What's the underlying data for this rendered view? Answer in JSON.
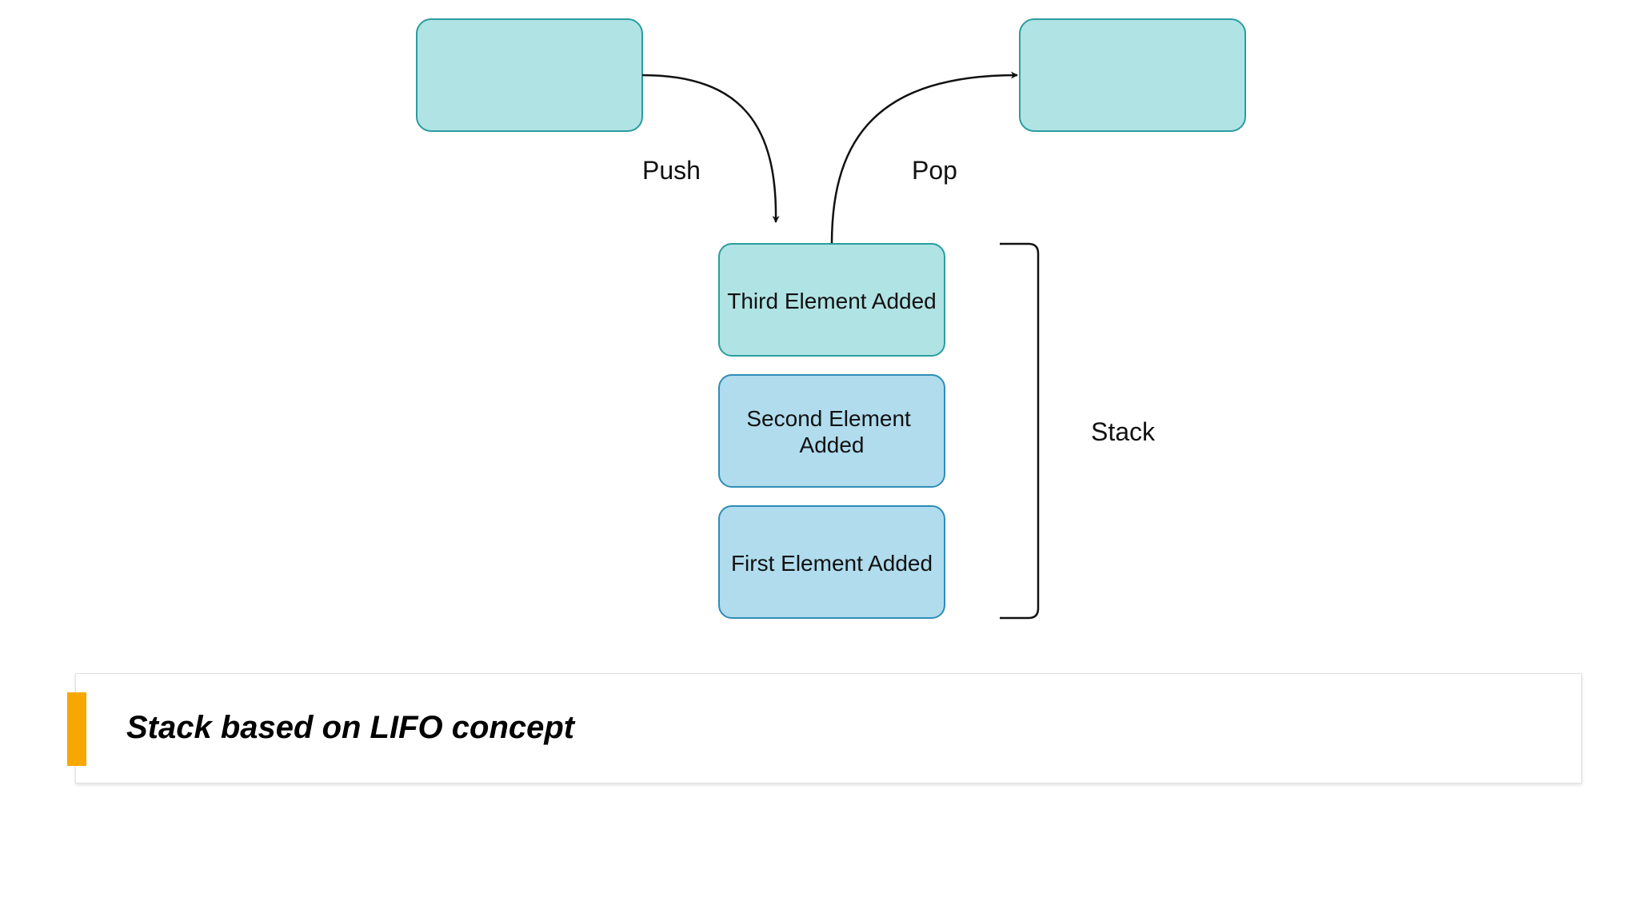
{
  "diagram": {
    "nodes": {
      "third": [
        "Third Element Added"
      ],
      "second": [
        "Second Element",
        "Added"
      ],
      "first": [
        "First Element Added"
      ]
    },
    "edges": {
      "push": "Push",
      "pop": "Pop"
    },
    "stack_label": "Stack"
  },
  "caption": {
    "text": "Stack based on LIFO concept"
  },
  "colors": {
    "teal_fill": "#b0e3e4",
    "teal_stroke": "#2b9c9e",
    "blue_fill": "#b0dcee",
    "blue_stroke": "#2f8cb5",
    "line": "#111111",
    "accent": "#f6a800"
  }
}
